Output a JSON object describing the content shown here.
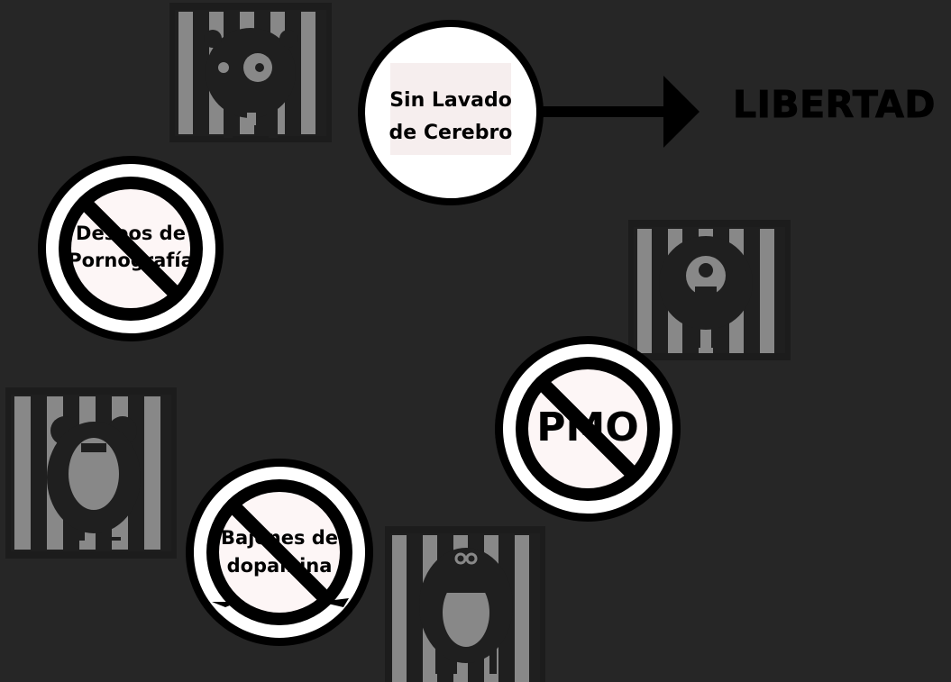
{
  "center": {
    "line1": "Sin Lavado",
    "line2": "de Cerebro"
  },
  "result": {
    "label": "LIBERTAD"
  },
  "signs": {
    "deseos": {
      "line1": "Deseos de",
      "line2": "Pornografía"
    },
    "bajones": {
      "line1": "Bajones de",
      "line2": "dopamina"
    },
    "pmo": {
      "line1": "PMO"
    }
  },
  "colors": {
    "background": "#262626",
    "cage_bars": "#888888",
    "cage_frame": "#1c1c1c",
    "prohibition": "#000000",
    "sign_fill": "#fdf6f6"
  }
}
